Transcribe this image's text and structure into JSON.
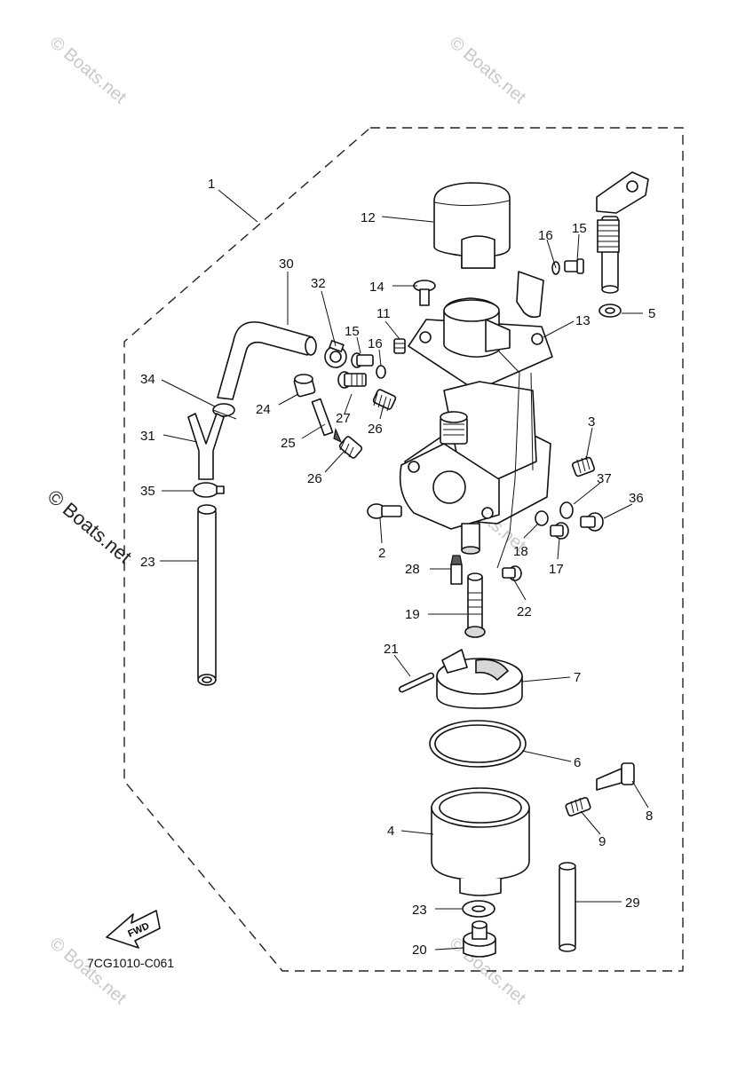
{
  "diagram_code": "7CG1010-C061",
  "fwd_label": "FWD",
  "watermark": "© Boats.net",
  "callouts": [
    {
      "id": "c1",
      "text": "1"
    },
    {
      "id": "c2",
      "text": "2"
    },
    {
      "id": "c3",
      "text": "3"
    },
    {
      "id": "c4",
      "text": "4"
    },
    {
      "id": "c5",
      "text": "5"
    },
    {
      "id": "c6",
      "text": "6"
    },
    {
      "id": "c7",
      "text": "7"
    },
    {
      "id": "c8",
      "text": "8"
    },
    {
      "id": "c9",
      "text": "9"
    },
    {
      "id": "c11",
      "text": "11"
    },
    {
      "id": "c12",
      "text": "12"
    },
    {
      "id": "c13",
      "text": "13"
    },
    {
      "id": "c14",
      "text": "14"
    },
    {
      "id": "c15a",
      "text": "15"
    },
    {
      "id": "c15b",
      "text": "15"
    },
    {
      "id": "c16a",
      "text": "16"
    },
    {
      "id": "c16b",
      "text": "16"
    },
    {
      "id": "c17",
      "text": "17"
    },
    {
      "id": "c18",
      "text": "18"
    },
    {
      "id": "c19",
      "text": "19"
    },
    {
      "id": "c20",
      "text": "20"
    },
    {
      "id": "c21",
      "text": "21"
    },
    {
      "id": "c22",
      "text": "22"
    },
    {
      "id": "c23a",
      "text": "23"
    },
    {
      "id": "c23b",
      "text": "23"
    },
    {
      "id": "c24",
      "text": "24"
    },
    {
      "id": "c25",
      "text": "25"
    },
    {
      "id": "c26a",
      "text": "26"
    },
    {
      "id": "c26b",
      "text": "26"
    },
    {
      "id": "c27",
      "text": "27"
    },
    {
      "id": "c28",
      "text": "28"
    },
    {
      "id": "c29",
      "text": "29"
    },
    {
      "id": "c30",
      "text": "30"
    },
    {
      "id": "c31",
      "text": "31"
    },
    {
      "id": "c32",
      "text": "32"
    },
    {
      "id": "c34",
      "text": "34"
    },
    {
      "id": "c35",
      "text": "35"
    },
    {
      "id": "c36",
      "text": "36"
    },
    {
      "id": "c37",
      "text": "37"
    }
  ]
}
